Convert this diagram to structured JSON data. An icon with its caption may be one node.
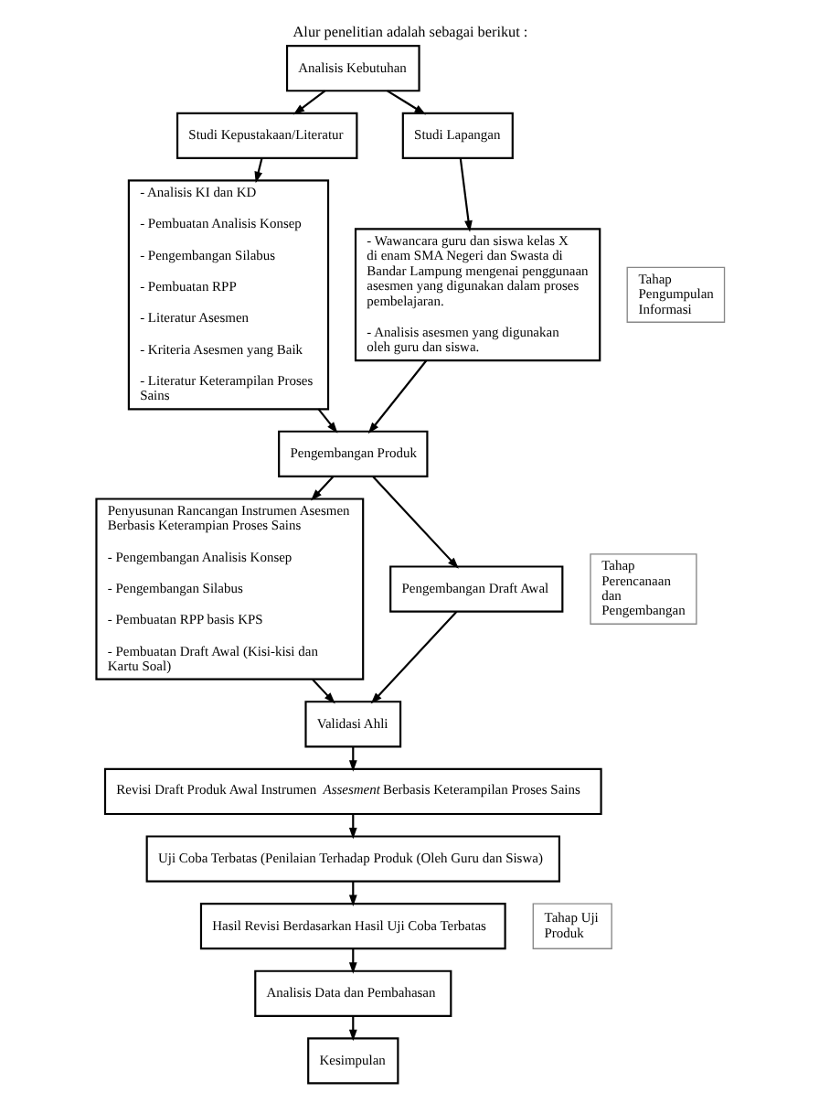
{
  "diagram": {
    "title": "Alur penelitian adalah sebagai berikut :",
    "nodes": [
      {
        "text": [
          "Analisis Kebutuhan"
        ]
      },
      {
        "text": [
          "Studi Kepustakaan/Literatur"
        ]
      },
      {
        "text": [
          "Studi Lapangan"
        ]
      },
      {
        "text": [
          "- Analisis KI dan KD",
          "- Pembuatan Analisis Konsep",
          "- Pengembangan Silabus",
          "- Pembuatan RPP",
          "- Literatur Asesmen",
          "- Kriteria Asesmen yang Baik",
          "- Literatur Keterampilan Proses Sains"
        ]
      },
      {
        "text": [
          "- Wawancara guru dan siswa kelas X di enam SMA Negeri dan Swasta di Bandar Lampung mengenai penggunaan asesmen yang digunakan dalam proses pembelajaran.",
          "- Analisis asesmen yang digunakan oleh guru dan siswa."
        ]
      },
      {
        "text": [
          "Pengembangan Produk"
        ]
      },
      {
        "text": [
          "Penyusunan Rancangan Instrumen Asesmen Berbasis Keterampian Proses Sains",
          "- Pengembangan Analisis Konsep",
          "- Pengembangan Silabus",
          "- Pembuatan RPP basis KPS",
          "- Pembuatan Draft Awal (Kisi-kisi dan Kartu Soal)"
        ]
      },
      {
        "text": [
          "Pengembangan Draft Awal"
        ]
      },
      {
        "text": [
          "Validasi Ahli"
        ]
      },
      {
        "text": [
          "Revisi Draft Produk Awal Instrumen *Assesment* Berbasis Keterampilan Proses Sains"
        ]
      },
      {
        "text": [
          "Uji Coba Terbatas (Penilaian Terhadap Produk (Oleh Guru dan Siswa)"
        ]
      },
      {
        "text": [
          "Hasil Revisi Berdasarkan Hasil Uji Coba Terbatas"
        ]
      },
      {
        "text": [
          "Analisis Data dan Pembahasan"
        ]
      },
      {
        "text": [
          "Kesimpulan"
        ]
      },
      {
        "text": [
          "Tahap Pengumpulan Informasi"
        ]
      },
      {
        "text": [
          "Tahap Perencanaan dan Pengembangan"
        ]
      },
      {
        "text": [
          "Tahap Uji Produk"
        ]
      }
    ],
    "edges": [
      {
        "from": 0,
        "to": 1,
        "arrow": "to"
      },
      {
        "from": 0,
        "to": 2,
        "arrow": "to"
      },
      {
        "from": 1,
        "to": 3,
        "arrow": "to"
      },
      {
        "from": 2,
        "to": 4,
        "arrow": "to"
      },
      {
        "from": 3,
        "to": 5,
        "arrow": "to"
      },
      {
        "from": 4,
        "to": 5,
        "arrow": "to"
      },
      {
        "from": 5,
        "to": 6,
        "arrow": "to"
      },
      {
        "from": 5,
        "to": 7,
        "arrow": "to"
      },
      {
        "from": 6,
        "to": 8,
        "arrow": "to"
      },
      {
        "from": 7,
        "to": 8,
        "arrow": "to"
      },
      {
        "from": 8,
        "to": 9,
        "arrow": "to"
      },
      {
        "from": 9,
        "to": 10,
        "arrow": "to"
      },
      {
        "from": 10,
        "to": 11,
        "arrow": "to"
      },
      {
        "from": 11,
        "to": 12,
        "arrow": "to"
      },
      {
        "from": 12,
        "to": 13,
        "arrow": "to"
      }
    ]
  }
}
